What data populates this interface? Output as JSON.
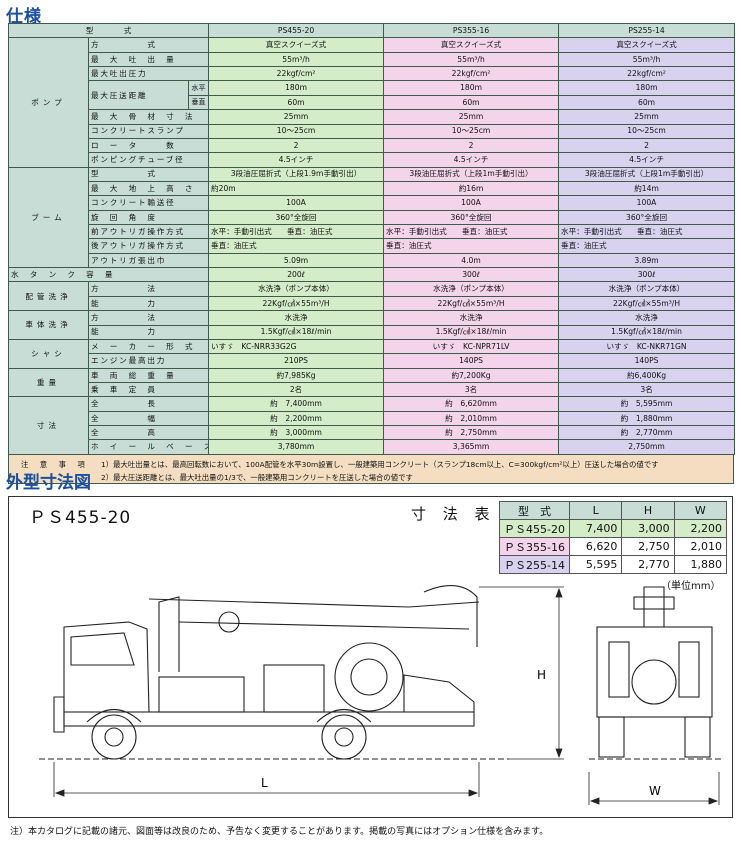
{
  "spec_title": "仕様",
  "header": {
    "kata": "型　　　　式",
    "m1": "PS455-20",
    "m2": "PS355-16",
    "m3": "PS255-14"
  },
  "cats": {
    "pump": "ポンプ",
    "boom": "ブーム",
    "pipe": "配管洗浄",
    "body": "車体洗浄",
    "chassis": "シャシ",
    "weight": "重量",
    "size": "寸法"
  },
  "rows": {
    "houshiki": {
      "label": "方　　　　　式",
      "v1": "真空スクイーズ式",
      "v2": "真空スクイーズ式",
      "v3": "真空スクイーズ式"
    },
    "maxflow": {
      "label": "最　大　吐　出　量",
      "v1": "55m³/h",
      "v2": "55m³/h",
      "v3": "55m³/h"
    },
    "maxpress": {
      "label": "最大吐出圧力",
      "v1": "22kgf/cm²",
      "v2": "22kgf/cm²",
      "v3": "22kgf/cm²"
    },
    "dist": {
      "label": "最大圧送距離",
      "sub1": "水平",
      "sub2": "垂直",
      "h1": "180m",
      "h2": "180m",
      "h3": "180m",
      "w1": "60m",
      "w2": "60m",
      "w3": "60m"
    },
    "agg": {
      "label": "最　大　骨　材　寸　法",
      "v1": "25mm",
      "v2": "25mm",
      "v3": "25mm"
    },
    "slump": {
      "label": "コンクリートスランプ",
      "v1": "10〜25cm",
      "v2": "10〜25cm",
      "v3": "10〜25cm"
    },
    "rotor": {
      "label": "ロ　ー　タ　　　数",
      "v1": "2",
      "v2": "2",
      "v3": "2"
    },
    "tube": {
      "label": "ポンピングチューブ径",
      "v1": "4.5インチ",
      "v2": "4.5インチ",
      "v3": "4.5インチ"
    },
    "btype": {
      "label": "型　　　　　式",
      "v1": "3段油圧屈折式（上段1.9m手動引出）",
      "v2": "3段油圧屈折式（上段1m手動引出）",
      "v3": "3段油圧屈折式（上段1m手動引出）"
    },
    "height": {
      "label": "最　大　地　上　高　さ",
      "v1": "約20m",
      "v2": "約16m",
      "v3": "約14m"
    },
    "pipe": {
      "label": "コンクリート輸送径",
      "v1": "100A",
      "v2": "100A",
      "v3": "100A"
    },
    "rot": {
      "label": "旋　回　角　度",
      "v1": "360°全旋回",
      "v2": "360°全旋回",
      "v3": "360°全旋回"
    },
    "front": {
      "label": "前アウトリガ操作方式",
      "v1": "水平：手動引出式　　垂直：油圧式",
      "v2": "水平：手動引出式　　垂直：油圧式",
      "v3": "水平：手動引出式　　垂直：油圧式"
    },
    "rear": {
      "label": "後アウトリガ操作方式",
      "v1": "垂直：油圧式",
      "v2": "垂直：油圧式",
      "v3": "垂直：油圧式"
    },
    "span": {
      "label": "アウトリガ張出巾",
      "v1": "5.09m",
      "v2": "4.0m",
      "v3": "3.89m"
    },
    "tank": {
      "label": "水　タ　ン　ク　容　量",
      "v1": "200ℓ",
      "v2": "300ℓ",
      "v3": "300ℓ"
    },
    "pipe_m": {
      "label": "方　　　　　法",
      "v1": "水洗浄（ポンプ本体）",
      "v2": "水洗浄（ポンプ本体）",
      "v3": "水洗浄（ポンプ本体）"
    },
    "pipe_c": {
      "label": "能　　　　　力",
      "v1": "22Kgf/㎠×55m³/H",
      "v2": "22Kgf/㎠×55m³/H",
      "v3": "22Kgf/㎠×55m³/H"
    },
    "body_m": {
      "label": "方　　　　　法",
      "v1": "水洗浄",
      "v2": "水洗浄",
      "v3": "水洗浄"
    },
    "body_c": {
      "label": "能　　　　　力",
      "v1": "1.5Kgf/㎠×18ℓ/min",
      "v2": "1.5Kgf/㎠×18ℓ/min",
      "v3": "1.5Kgf/㎠×18ℓ/min"
    },
    "maker": {
      "label": "メ　ー　カ　ー　形　式",
      "v1": "いすゞ　KC-NRR33G2G",
      "v2": "いすゞ　KC-NPR71LV",
      "v3": "いすゞ　KC-NKR71GN"
    },
    "engine": {
      "label": "エンジン最高出力",
      "v1": "210PS",
      "v2": "140PS",
      "v3": "140PS"
    },
    "gvw": {
      "label": "車　両　総　重　量",
      "v1": "約7,985Kg",
      "v2": "約7,200Kg",
      "v3": "約6,400Kg"
    },
    "cap": {
      "label": "乗　車　定　員",
      "v1": "2名",
      "v2": "3名",
      "v3": "3名"
    },
    "len": {
      "label": "全　　　　　長",
      "v1": "約　7,400mm",
      "v2": "約　6,620mm",
      "v3": "約　5,595mm"
    },
    "wid": {
      "label": "全　　　　　幅",
      "v1": "約　2,200mm",
      "v2": "約　2,010mm",
      "v3": "約　1,880mm"
    },
    "hgt": {
      "label": "全　　　　　高",
      "v1": "約　3,000mm",
      "v2": "約　2,750mm",
      "v3": "約　2,770mm"
    },
    "wb": {
      "label": "ホ　イ　ー　ル　ベ　ー　ス",
      "v1": "3,780mm",
      "v2": "3,365mm",
      "v3": "2,750mm"
    }
  },
  "notes": {
    "label": "注　意　事　項",
    "n1": "1）最大吐出量とは、最高回転数において、100A配管を水平30m設置し、一般建築用コンクリート（スランプ18cm以上、C=300kgf/cm²以上）圧送した場合の値です",
    "n2": "2）最大圧送距離とは、最大吐出量の1/3で、一般建築用コンクリートを圧送した場合の値です"
  },
  "dim_title": "外型寸法図",
  "model_label": "ＰＳ455-20",
  "dim_table": {
    "title": "寸 法 表",
    "headers": [
      "型　式",
      "L",
      "H",
      "W"
    ],
    "rows": [
      {
        "model": "ＰＳ455-20",
        "L": "7,400",
        "H": "3,000",
        "W": "2,200"
      },
      {
        "model": "ＰＳ355-16",
        "L": "6,620",
        "H": "2,750",
        "W": "2,010"
      },
      {
        "model": "ＰＳ255-14",
        "L": "5,595",
        "H": "2,770",
        "W": "1,880"
      }
    ],
    "unit": "（単位mm）"
  },
  "drawing": {
    "L": "L",
    "H": "H",
    "W": "W"
  },
  "footer_note": "注）本カタログに記載の諸元、図面等は改良のため、予告なく変更することがあります。掲載の写真にはオプション仕様を含みます。"
}
